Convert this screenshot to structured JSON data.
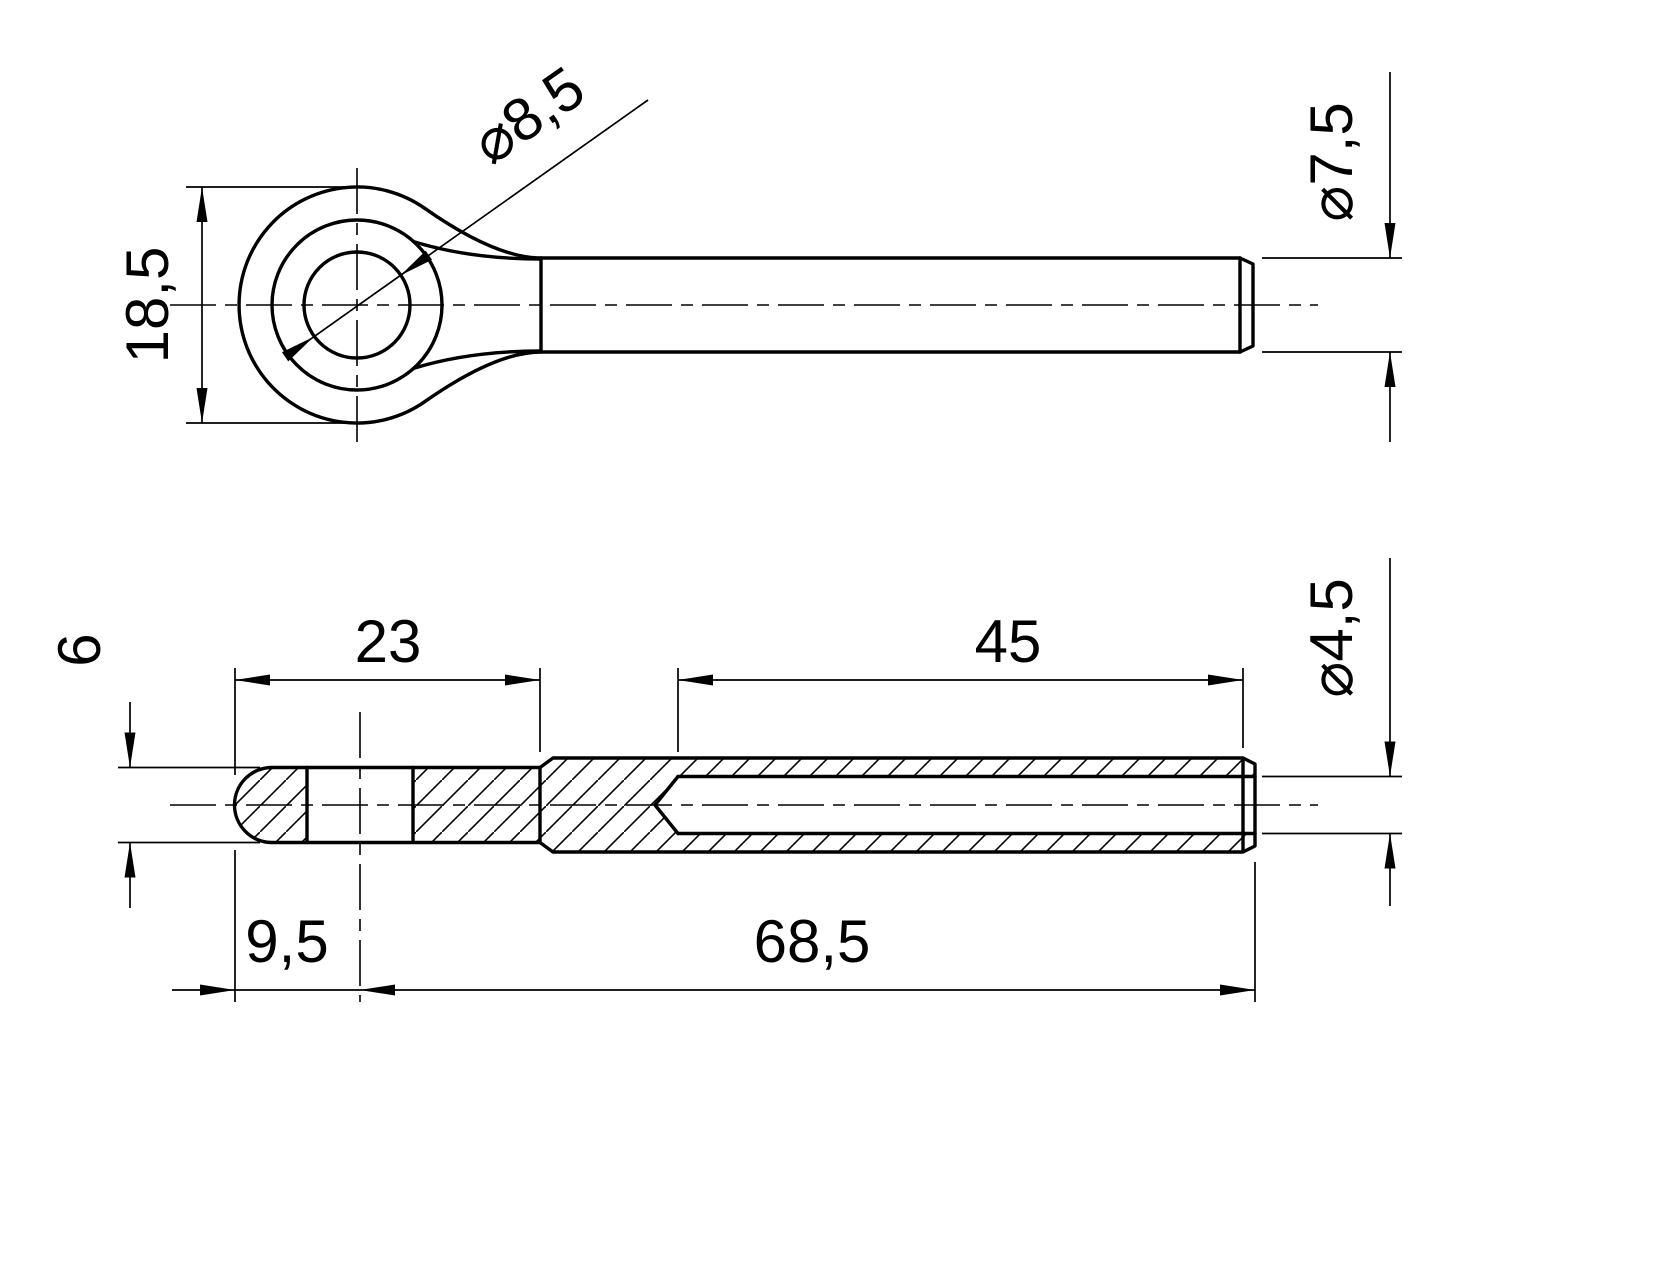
{
  "drawing": {
    "colors": {
      "line": "#000000",
      "background": "#ffffff"
    },
    "top_view": {
      "dim_eye_outer_diameter": "18,5",
      "dim_eye_hole_diameter": "⌀8,5",
      "dim_shaft_diameter": "⌀7,5"
    },
    "bottom_view": {
      "dim_eye_thickness": "6",
      "dim_head_length": "23",
      "dim_bore_depth": "45",
      "dim_bore_diameter": "⌀4,5",
      "dim_eye_center_offset": "9,5",
      "dim_shaft_length": "68,5"
    }
  }
}
